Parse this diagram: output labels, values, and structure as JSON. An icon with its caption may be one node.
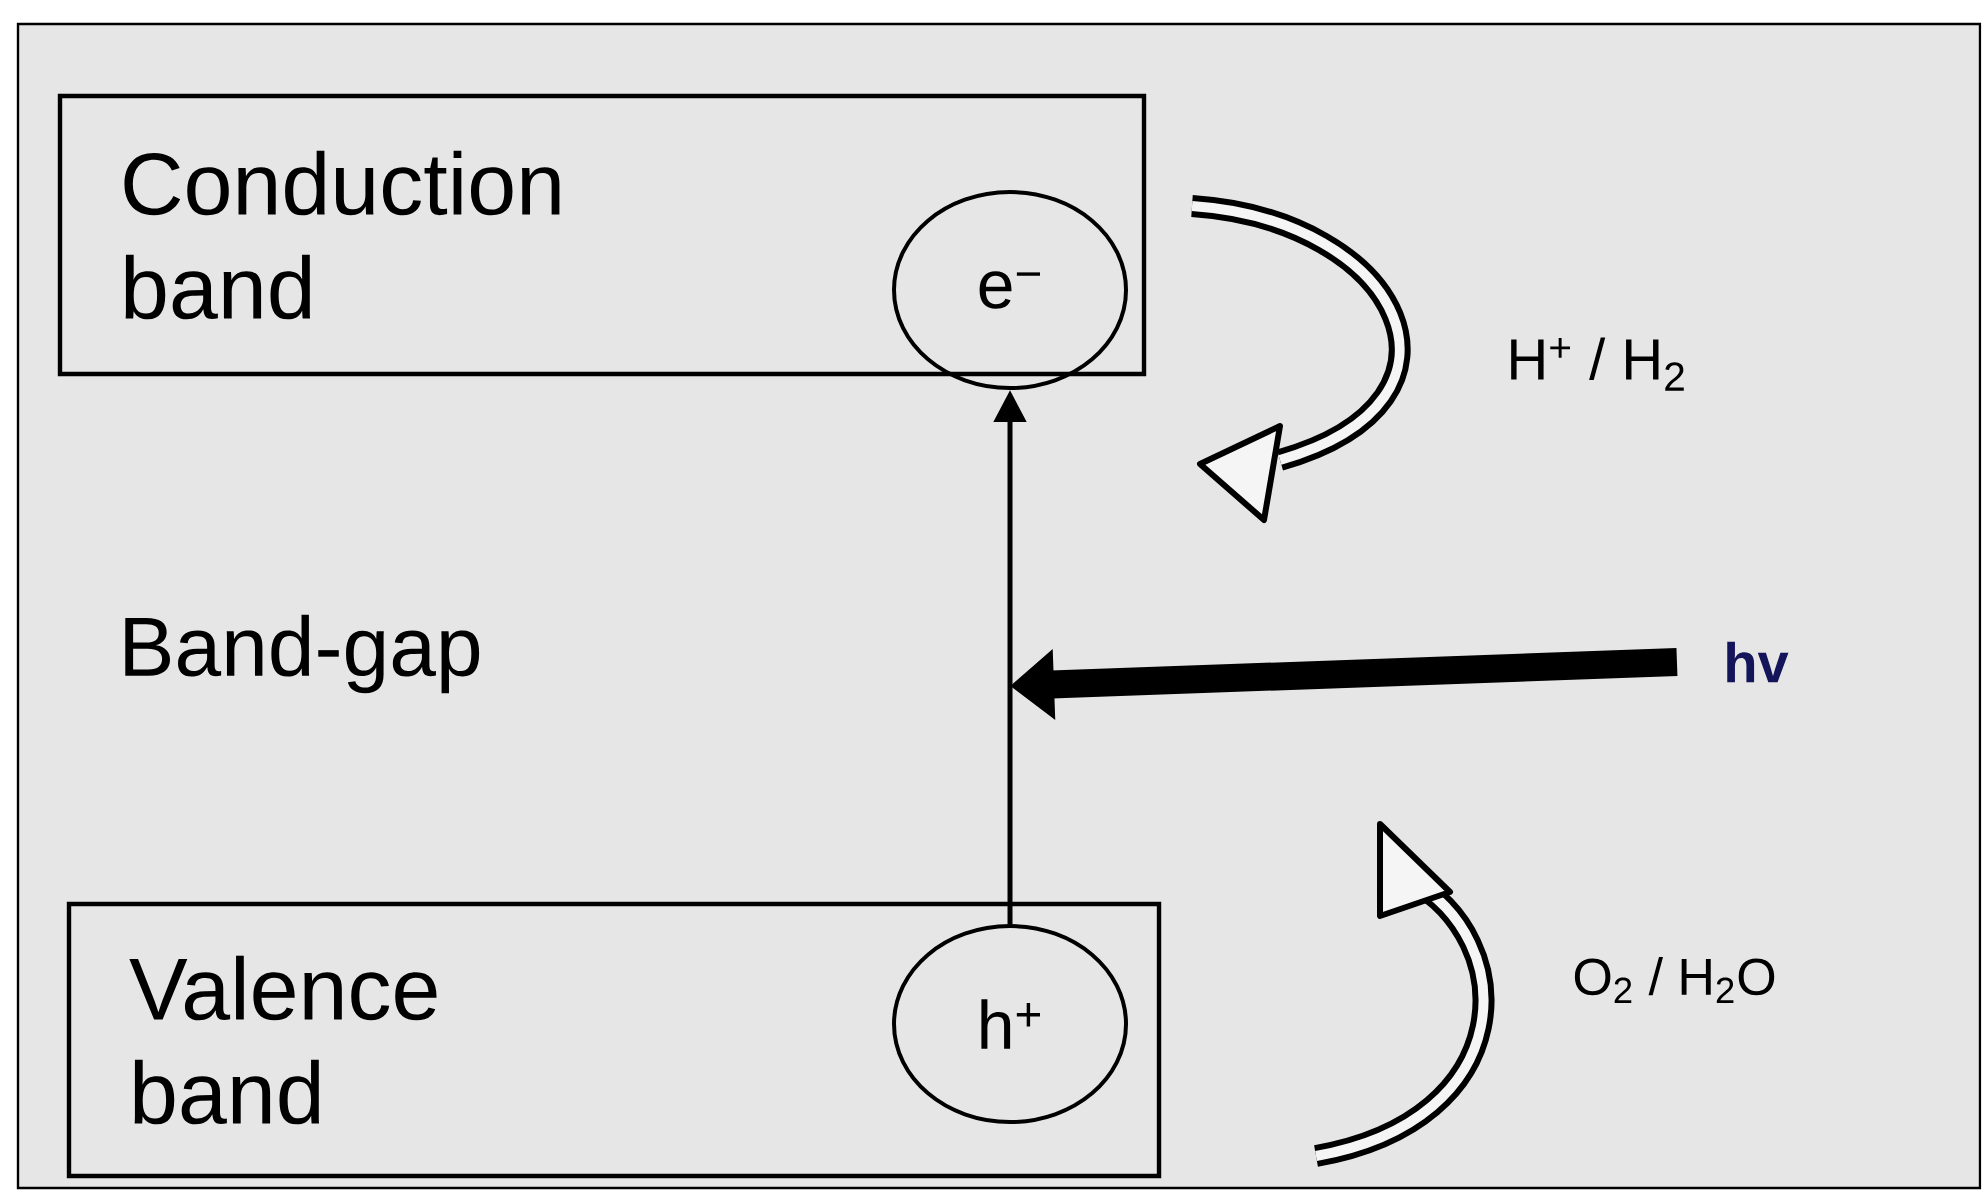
{
  "diagram": {
    "nodes": [
      {
        "text": [
          "Conduction band"
        ]
      },
      {
        "text": [
          "e$^{−}$"
        ],
        "in": 0
      },
      {
        "text": [
          "Valence band"
        ]
      },
      {
        "text": [
          "h$^{+}$"
        ],
        "in": 2
      },
      {
        "text": [
          "hv"
        ]
      }
    ],
    "edges": [
      {
        "from": 3,
        "to": 1,
        "arrow": "to"
      },
      {
        "from": 4,
        "to": null,
        "arrow": "to",
        "style": "thick"
      }
    ],
    "labels": [
      "Band-gap",
      "H$^{+}$ / H$_{2}$",
      "O$_{2}$ / H$_{2}$O"
    ]
  }
}
